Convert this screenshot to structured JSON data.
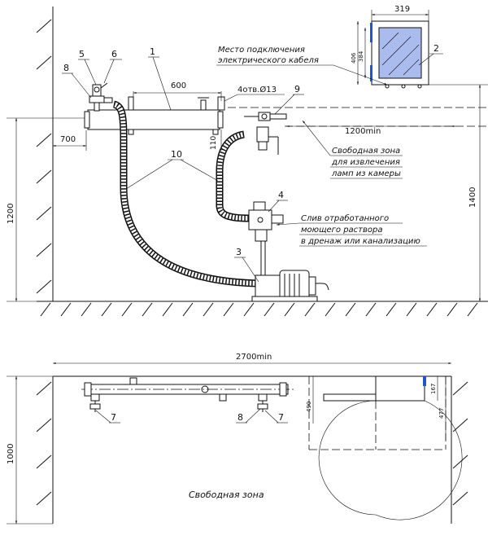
{
  "colors": {
    "line": "#111111",
    "background": "#ffffff",
    "accent": "#2255cc",
    "glass": "#aabbee"
  },
  "top_view": {
    "part_labels": [
      "1",
      "2",
      "3",
      "4",
      "5",
      "6",
      "8",
      "9",
      "10",
      "10"
    ],
    "dimensions": {
      "d600": "600",
      "d700": "700",
      "d1200v": "1200",
      "d1400": "1400",
      "d1200min": "1200min",
      "d110": "110",
      "d319": "319",
      "d406": "406",
      "d384": "384",
      "holes": "4отв.Ø13"
    },
    "notes": {
      "cable": [
        "Место подключения",
        "электрического кабеля"
      ],
      "free_zone": [
        "Свободная зона",
        "для извлечения",
        "ламп из камеры"
      ],
      "drain": [
        "Слив отработанного",
        "моющего раствора",
        "в дренаж или канализацию"
      ]
    }
  },
  "plan_view": {
    "part_labels": [
      "7",
      "8",
      "7"
    ],
    "dimensions": {
      "d2700min": "2700min",
      "d1000": "1000",
      "d490": "490",
      "d477": "477",
      "d167": "167"
    },
    "free_zone": "Свободная зона"
  }
}
